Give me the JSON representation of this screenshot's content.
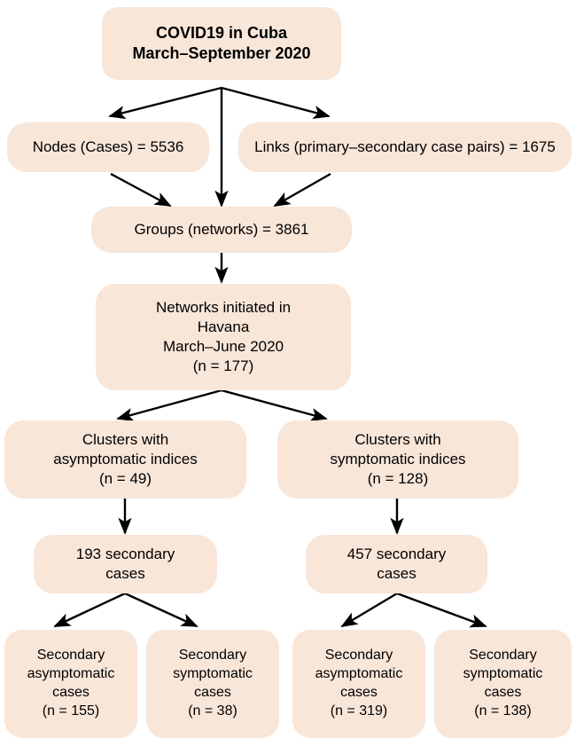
{
  "figure": {
    "kind": "flow-diagram",
    "background_color": "#FFFFFF",
    "box_fill_color": "#F8E6D9",
    "text_color": "#000000",
    "arrow_color": "#000000"
  },
  "nodes": {
    "title": "COVID19 in Cuba\nMarch–September 2020",
    "nodes_cases": "Nodes (Cases) = 5536",
    "links_pairs": "Links (primary–secondary case pairs) = 1675",
    "groups_networks": "Groups (networks) = 3861",
    "networks_havana": "Networks initiated in\nHavana\nMarch–June 2020\n(n = 177)",
    "clusters_asymptomatic": "Clusters with\nasymptomatic indices\n(n = 49)",
    "clusters_symptomatic": "Clusters with\nsymptomatic indices\n(n = 128)",
    "secondary_cases_left": "193 secondary\ncases",
    "secondary_cases_right": "457 secondary\ncases",
    "secondary_asymptomatic_left": "Secondary\nasymptomatic\ncases\n(n = 155)",
    "secondary_symptomatic_left": "Secondary\nsymptomatic\ncases\n(n = 38)",
    "secondary_asymptomatic_right": "Secondary\nasymptomatic\ncases\n(n = 319)",
    "secondary_symptomatic_right": "Secondary\nsymptomatic\ncases\n(n = 138)"
  },
  "chart_data": {
    "type": "table",
    "title": "COVID19 in Cuba March–September 2020",
    "values": {
      "nodes_cases": 5536,
      "links_primary_secondary_case_pairs": 1675,
      "groups_networks": 3861,
      "networks_initiated_in_havana_march_june_2020": 177,
      "clusters_with_asymptomatic_indices": 49,
      "clusters_with_symptomatic_indices": 128,
      "secondary_cases_from_asymptomatic_indices": 193,
      "secondary_cases_from_symptomatic_indices": 457,
      "secondary_asymptomatic_cases_from_asymptomatic_indices": 155,
      "secondary_symptomatic_cases_from_asymptomatic_indices": 38,
      "secondary_asymptomatic_cases_from_symptomatic_indices": 319,
      "secondary_symptomatic_cases_from_symptomatic_indices": 138
    }
  }
}
